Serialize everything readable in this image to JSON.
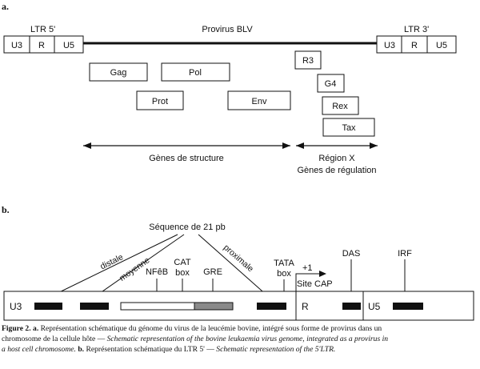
{
  "panel_a": {
    "label": "a.",
    "ltr5_label": "LTR 5'",
    "ltr3_label": "LTR 3'",
    "provirus_label": "Provirus BLV",
    "ltr5_segments": [
      "U3",
      "R",
      "U5"
    ],
    "ltr3_segments": [
      "U3",
      "R",
      "U5"
    ],
    "structural_genes": [
      "Gag",
      "Pol",
      "Prot",
      "Env"
    ],
    "regulatory_genes": [
      "R3",
      "G4",
      "Rex",
      "Tax"
    ],
    "structure_label": "Gènes de structure",
    "regionx_label": "Région X",
    "regulation_label": "Gènes de régulation"
  },
  "panel_b": {
    "label": "b.",
    "sequence_label": "Séquence de 21 pb",
    "distale_label": "distale",
    "moyenne_label": "moyenne",
    "proximale_label": "proximale",
    "nfkb_label": "NFêB",
    "cat_label_1": "CAT",
    "cat_label_2": "box",
    "gre_label": "GRE",
    "tata_label_1": "TATA",
    "tata_label_2": "box",
    "plus1_label": "+1",
    "cap_label": "Site CAP",
    "das_label": "DAS",
    "irf_label": "IRF",
    "segments": [
      "U3",
      "R",
      "U5"
    ]
  },
  "caption": {
    "fig_label": "Figure 2.",
    "a_label": "a.",
    "line1": "Représentation schématique du génome du virus de la leucémie bovine, intégré sous forme de provirus dans un",
    "line2_regular": "chromosome de la cellule hôte —",
    "line2_italic": "Schematic representation of the bovine leukaemia virus genome, integrated as a provirus in",
    "line3_italic": "a host cell chromosome.",
    "b_label": "b.",
    "line3_regular": "Représentation schématique du LTR 5' —",
    "line3_italic2": "Schematic representation of the 5'LTR."
  }
}
